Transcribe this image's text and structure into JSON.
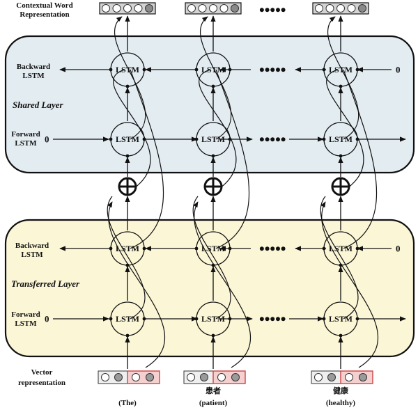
{
  "labels": {
    "contextual_line1": "Contextual Word",
    "contextual_line2": "Representation",
    "backward_line1": "Backward",
    "backward_line2": "LSTM",
    "forward_line1": "Forward",
    "forward_line2": "LSTM",
    "vector_line1": "Vector",
    "vector_line2": "representation",
    "zero": "0",
    "ellipsis": "•••••"
  },
  "layers": {
    "shared": {
      "name": "Shared Layer",
      "fill": "#e3ecf1"
    },
    "transferred": {
      "name": "Transferred Layer",
      "fill": "#fbf6d6"
    }
  },
  "cell_label": "LSTM",
  "columns": [
    {
      "word_native": "",
      "word_gloss": "(The)"
    },
    {
      "word_native": "患者",
      "word_gloss": "(patient)"
    },
    {
      "word_native": "健康",
      "word_gloss": "(healthy)"
    }
  ],
  "colors": {
    "output_vector_fill": "#d4d4d4",
    "input_left_fill": "#efefef",
    "input_right_fill": "#f6cfcf",
    "input_right_border": "#c43b3b",
    "node_fill": "#9a9a9a"
  }
}
